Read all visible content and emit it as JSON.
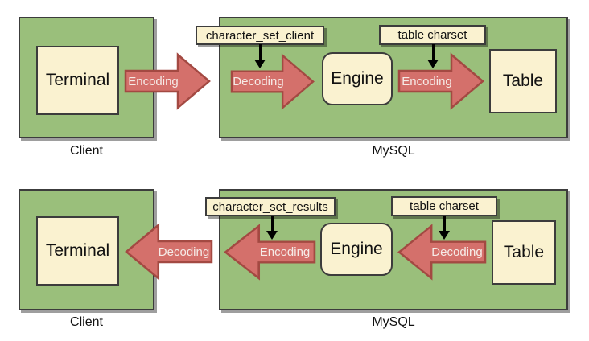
{
  "colors": {
    "green": "#9abf7b",
    "cream": "#faf2d0",
    "red": "#d4706b",
    "redBorder": "#a34942",
    "border": "#3c3c3c",
    "arrowText": "#f6ebe7",
    "text": "#111111"
  },
  "rows": [
    {
      "client": {
        "caption": "Client",
        "terminal": "Terminal"
      },
      "transfer_arrow": "Encoding",
      "mysql": {
        "caption": "MySQL",
        "session_var": "character_set_client",
        "var_arrow": "Decoding",
        "engine": "Engine",
        "charset_tag": "table charset",
        "charset_arrow": "Encoding",
        "table": "Table"
      }
    },
    {
      "client": {
        "caption": "Client",
        "terminal": "Terminal"
      },
      "transfer_arrow": "Decoding",
      "mysql": {
        "caption": "MySQL",
        "session_var": "character_set_results",
        "var_arrow": "Encoding",
        "engine": "Engine",
        "charset_tag": "table charset",
        "charset_arrow": "Decoding",
        "table": "Table"
      }
    }
  ]
}
